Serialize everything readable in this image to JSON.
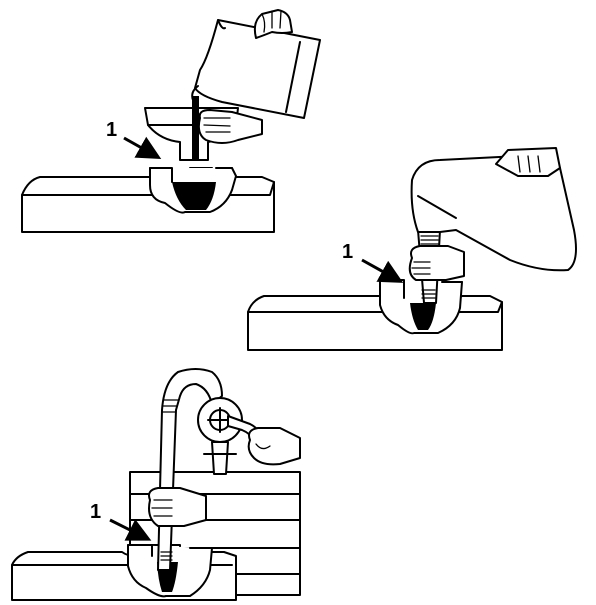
{
  "figure": {
    "panels": [
      {
        "id": "funnel-fill",
        "callout": "1"
      },
      {
        "id": "container-pour",
        "callout": "1"
      },
      {
        "id": "pump-transfer",
        "callout": "1"
      }
    ]
  }
}
